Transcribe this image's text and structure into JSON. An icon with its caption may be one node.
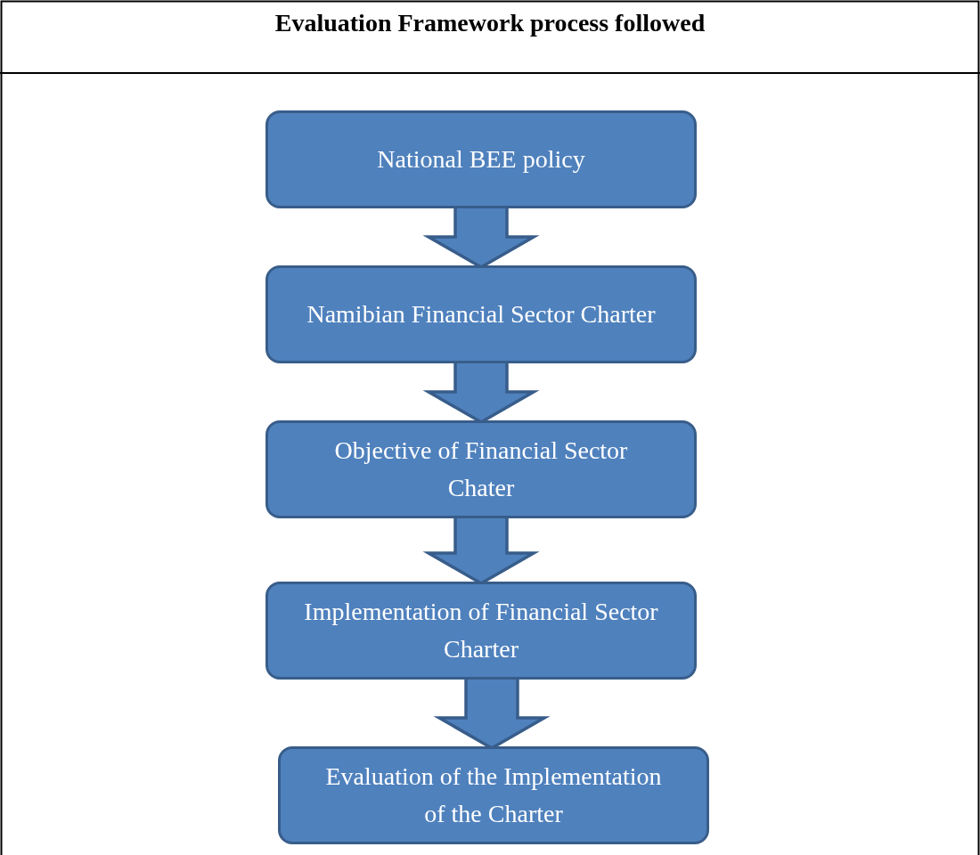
{
  "diagram": {
    "title": "Evaluation Framework process followed",
    "nodes": [
      {
        "text": [
          "National BEE policy"
        ]
      },
      {
        "text": [
          "Namibian Financial Sector Charter"
        ]
      },
      {
        "text": [
          "Objective of Financial Sector Chater"
        ]
      },
      {
        "text": [
          "Implementation of Financial Sector Charter"
        ]
      },
      {
        "text": [
          "Evaluation of the Implementation of the Charter"
        ]
      }
    ],
    "edges": [
      {
        "from": 0,
        "to": 1,
        "arrow": "to"
      },
      {
        "from": 1,
        "to": 2,
        "arrow": "to"
      },
      {
        "from": 2,
        "to": 3,
        "arrow": "to"
      },
      {
        "from": 3,
        "to": 4,
        "arrow": "to"
      }
    ]
  }
}
